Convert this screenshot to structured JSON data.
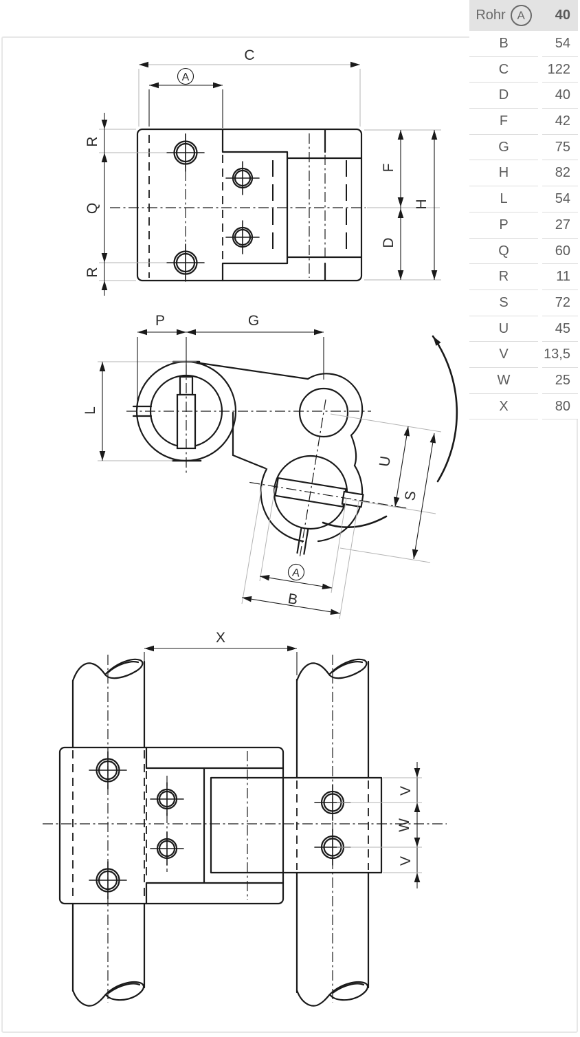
{
  "table": {
    "header": {
      "label": "Rohr",
      "symbol": "A",
      "value": "40"
    },
    "rows": [
      {
        "label": "B",
        "value": "54"
      },
      {
        "label": "C",
        "value": "122"
      },
      {
        "label": "D",
        "value": "40"
      },
      {
        "label": "F",
        "value": "42"
      },
      {
        "label": "G",
        "value": "75"
      },
      {
        "label": "H",
        "value": "82"
      },
      {
        "label": "L",
        "value": "54"
      },
      {
        "label": "P",
        "value": "27"
      },
      {
        "label": "Q",
        "value": "60"
      },
      {
        "label": "R",
        "value": "11"
      },
      {
        "label": "S",
        "value": "72"
      },
      {
        "label": "U",
        "value": "45"
      },
      {
        "label": "V",
        "value": "13,5"
      },
      {
        "label": "W",
        "value": "25"
      },
      {
        "label": "X",
        "value": "80"
      }
    ]
  },
  "drawing": {
    "labels": {
      "a": "A",
      "b": "B",
      "c": "C",
      "d": "D",
      "f": "F",
      "g": "G",
      "h": "H",
      "l": "L",
      "p": "P",
      "q": "Q",
      "r": "R",
      "s": "S",
      "u": "U",
      "v": "V",
      "w": "W",
      "x": "X"
    }
  },
  "colors": {
    "line": "#1a1a1a",
    "extension_gray": "#b3b3b3",
    "table_header_bg": "#e3e3e3",
    "table_text": "#5c5c5c",
    "frame_border": "#e7e7e7"
  }
}
